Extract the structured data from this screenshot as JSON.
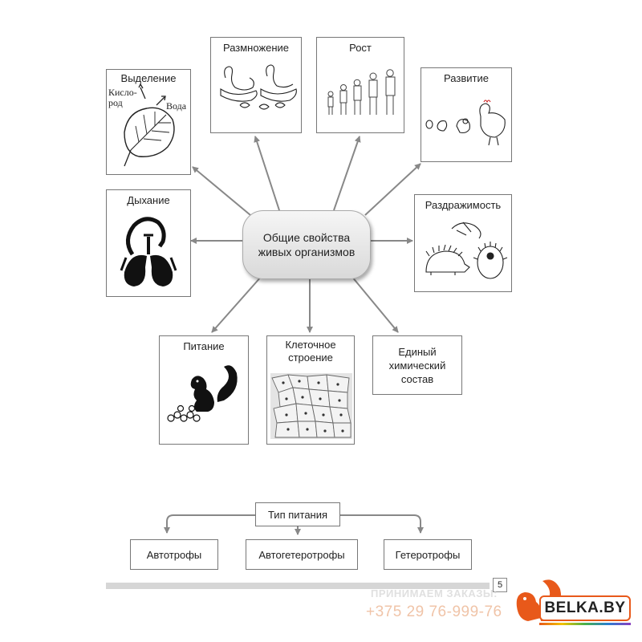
{
  "center_label": "Общие свойства живых организмов",
  "properties": {
    "excretion": {
      "title": "Выделение",
      "left_label": "Кисло-\nрод",
      "right_label": "Вода"
    },
    "reproduction": {
      "title": "Размножение"
    },
    "growth": {
      "title": "Рост"
    },
    "development": {
      "title": "Развитие"
    },
    "breathing": {
      "title": "Дыхание"
    },
    "irritability": {
      "title": "Раздражимость"
    },
    "nutrition": {
      "title": "Питание"
    },
    "cellular": {
      "title": "Клеточное строение"
    },
    "chemical": {
      "title": "Единый химический состав"
    }
  },
  "nutrition_types": {
    "root": "Тип питания",
    "children": [
      "Автотрофы",
      "Автогетеротрофы",
      "Гетеротрофы"
    ]
  },
  "page_number": "5",
  "watermark": {
    "text1": "ПРИНИМАЕМ ЗАКАЗЫ:",
    "text2": "+375 29 76-999-76",
    "logo": "BELKA.BY",
    "logo_color": "#e8591a",
    "phone_color": "#f0c4a8"
  }
}
